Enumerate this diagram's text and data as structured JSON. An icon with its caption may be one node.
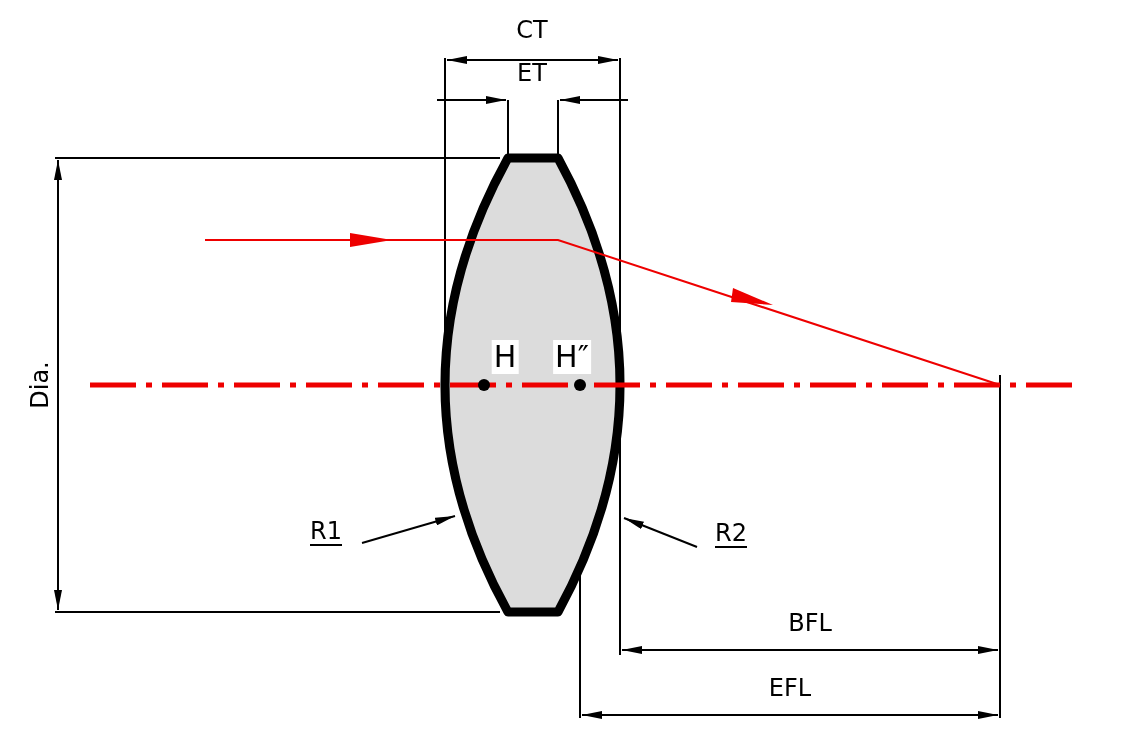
{
  "diagram": {
    "nodes": [
      {
        "text": [],
        "shape": "picture"
      },
      {
        "text": [
          "R1"
        ]
      },
      {
        "text": [
          "R2"
        ]
      }
    ],
    "edges": [
      {
        "from": 1,
        "to": 0,
        "arrow": "to"
      },
      {
        "from": 2,
        "to": 0,
        "arrow": "to"
      }
    ],
    "labels": [
      "CT",
      "ET",
      "Dia.",
      "H",
      "H″",
      "BFL",
      "EFL"
    ]
  }
}
